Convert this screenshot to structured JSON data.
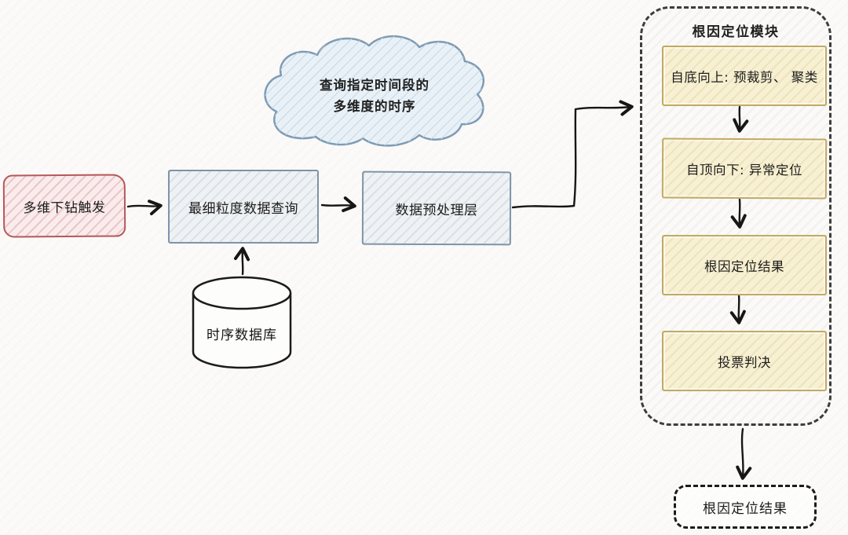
{
  "diagram": {
    "trigger": {
      "label": "多维下钻触发"
    },
    "query_box": {
      "label": "最细粒度数据查询"
    },
    "preprocess_box": {
      "label": "数据预处理层"
    },
    "cloud": {
      "line1": "查询指定时间段的",
      "line2": "多维度的时序"
    },
    "database": {
      "label": "时序数据库"
    },
    "module": {
      "title": "根因定位模块",
      "steps": [
        {
          "label": "自底向上: 预裁剪、 聚类"
        },
        {
          "label": "自顶向下: 异常定位"
        },
        {
          "label": "根因定位结果"
        },
        {
          "label": "投票判决"
        }
      ]
    },
    "final_result": {
      "label": "根因定位结果"
    }
  },
  "colors": {
    "background": "#fbfaf8",
    "ink": "#161616",
    "trigger_border": "#b5585a",
    "trigger_fill": "#faecec",
    "blue_border": "#7d94a9",
    "blue_fill": "#eff2f4",
    "cloud_border": "#7f9bb3",
    "cloud_fill": "#e9f1f7",
    "yellow_border": "#c0ab62",
    "yellow_fill": "#f7f0d2",
    "container_border": "#3d3d3d",
    "cylinder_fill": "#fdfdfb"
  }
}
